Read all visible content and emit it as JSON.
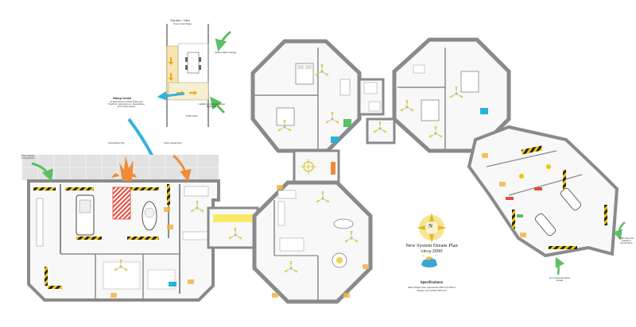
{
  "labels": {
    "garden_yard": "Garden / Yard",
    "garden_sub": "Trees & Yard Shape",
    "exterior_wall": "Exterior Wall of Garage",
    "ramp_detail_title": "Ramp Detail",
    "ramp_detail_body": "for Boat Access to Plaza Within and Shelf into maintenance or, ideal lighting with vehicle parking",
    "traffic_route": "Traffic Route",
    "overhead": "1 additional overhead Hangar Bay/Cargo",
    "upper_garage": "Upper Garage Door",
    "solar_left": "Direct Sunlight in Living Room",
    "heat_vent": "Heat Exhaust Sky",
    "flow_right": "Traffic flows from Garage to Service Drive",
    "parking_right": "For occasional parking Garage",
    "main_title": "New System Dream Plan",
    "sub_title": "circa 2090",
    "compass_letter": "N",
    "spec_title": "Specifications",
    "spec_line1": "Each Octagon Area, approximate 1000 sq ft Total of",
    "spec_line2": "Octagon sq ft includes 5000 sq ft"
  },
  "colors": {
    "wall": "#8a8a8a",
    "wall_dark": "#5a5a5a",
    "floor": "#f7f7f7",
    "patio": "#e2e2e2",
    "hazard_yellow": "#f2c500",
    "hazard_black": "#222222",
    "fan": "#d8d15a",
    "arrow_green": "#5cbf63",
    "arrow_blue": "#35b3dd",
    "arrow_orange": "#f08b3a",
    "light_red": "#e34b3c",
    "accent_cyan": "#27b3d8",
    "compass": "#f0d64a"
  }
}
